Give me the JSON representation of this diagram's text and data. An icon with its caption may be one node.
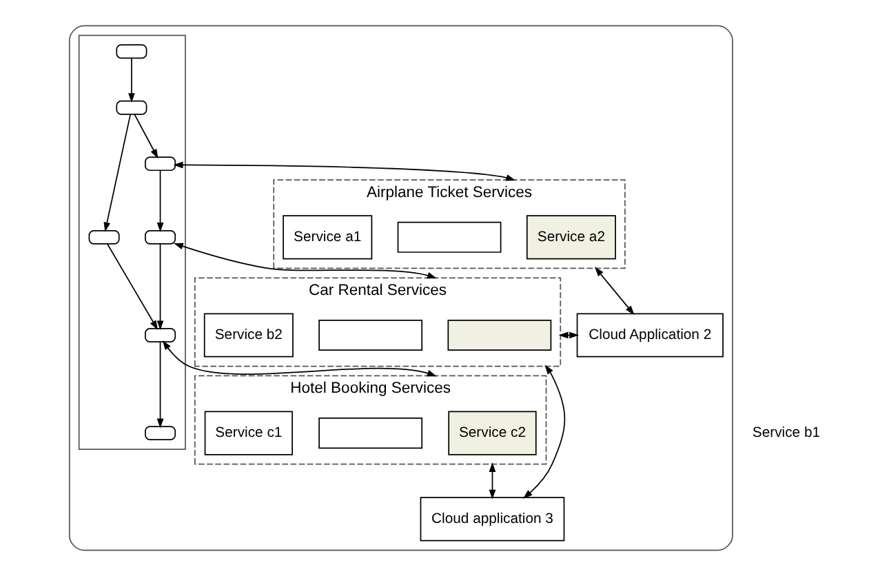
{
  "diagram": {
    "nodes": [
      {
        "text": [],
        "shape": "cloud"
      },
      {
        "text": [],
        "shape": "box",
        "in": 0
      },
      {
        "text": [],
        "shape": "oval",
        "in": 1
      },
      {
        "text": [],
        "shape": "oval",
        "in": 1
      },
      {
        "text": [],
        "shape": "oval",
        "in": 1
      },
      {
        "text": [],
        "shape": "oval",
        "in": 1
      },
      {
        "text": [],
        "shape": "oval",
        "in": 1
      },
      {
        "text": [],
        "shape": "oval",
        "in": 1
      },
      {
        "text": [],
        "shape": "oval",
        "in": 1
      },
      {
        "text": [
          "Airplane Ticket Services"
        ],
        "in": 0
      },
      {
        "text": [
          "Service a2"
        ],
        "in": 9
      },
      {
        "text": [],
        "shape": "box",
        "in": 9
      },
      {
        "text": [
          "Service a1"
        ],
        "in": 9
      },
      {
        "text": [
          "Hotel Booking Services"
        ],
        "in": 0
      },
      {
        "text": [
          "Service c2"
        ],
        "in": 13
      },
      {
        "text": [],
        "shape": "box",
        "in": 13
      },
      {
        "text": [
          "Service c1"
        ],
        "in": 13
      },
      {
        "text": [
          "Cloud Application 2"
        ],
        "in": 0
      },
      {
        "text": [
          "Car Rental Services"
        ],
        "in": 0
      },
      {
        "text": [],
        "shape": "box",
        "in": 18
      },
      {
        "text": [],
        "shape": "box",
        "in": 18
      },
      {
        "text": [
          "Service b2"
        ],
        "in": 18
      },
      {
        "text": [
          "Cloud application 3"
        ],
        "in": 0
      }
    ],
    "edges": [
      {
        "from": 2,
        "to": 3,
        "arrow": "to"
      },
      {
        "from": 3,
        "to": 4,
        "arrow": "to"
      },
      {
        "from": 3,
        "to": 5,
        "arrow": "to"
      },
      {
        "from": 4,
        "to": 6,
        "arrow": "to"
      },
      {
        "from": 5,
        "to": 7,
        "arrow": "to"
      },
      {
        "from": 6,
        "to": 7,
        "arrow": "to"
      },
      {
        "from": 7,
        "to": 8,
        "arrow": "to"
      },
      {
        "from": 4,
        "to": 9,
        "arrow": "both"
      },
      {
        "from": 6,
        "to": 18,
        "arrow": "both"
      },
      {
        "from": 7,
        "to": 13,
        "arrow": "both"
      },
      {
        "from": 9,
        "to": 17,
        "arrow": "both"
      },
      {
        "from": 17,
        "to": 18,
        "arrow": "both"
      },
      {
        "from": 18,
        "to": 22,
        "arrow": "both"
      },
      {
        "from": 13,
        "to": 22,
        "arrow": "both"
      }
    ],
    "labels": [
      "Service b1"
    ]
  }
}
